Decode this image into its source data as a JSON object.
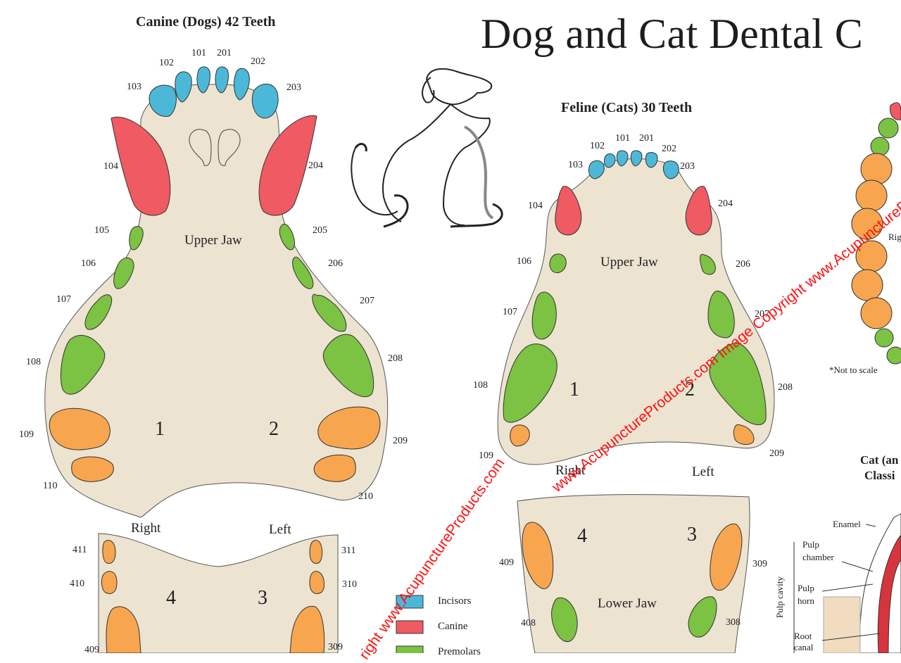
{
  "title": "Dog and Cat Dental C",
  "colors": {
    "incisor": "#4cb8d8",
    "canine": "#ef5a63",
    "premolar": "#7cc243",
    "molar": "#f7a64f",
    "palate": "#ede3d1",
    "watermark": "#ff1a1a"
  },
  "dog": {
    "heading": "Canine (Dogs) 42 Teeth",
    "upper_jaw": "Upper Jaw",
    "quad1": "1",
    "quad2": "2",
    "quad3": "3",
    "quad4": "4",
    "right": "Right",
    "left": "Left",
    "upper_right_numbers": [
      "101",
      "102",
      "103",
      "104",
      "105",
      "106",
      "107",
      "108",
      "109",
      "110"
    ],
    "upper_left_numbers": [
      "201",
      "202",
      "203",
      "204",
      "205",
      "206",
      "207",
      "208",
      "209",
      "210"
    ],
    "lower_right_numbers": [
      "411",
      "410",
      "409"
    ],
    "lower_left_numbers": [
      "311",
      "310",
      "309"
    ]
  },
  "cat": {
    "heading": "Feline (Cats) 30 Teeth",
    "upper_jaw": "Upper Jaw",
    "lower_jaw": "Lower Jaw",
    "quad1": "1",
    "quad2": "2",
    "quad3": "3",
    "quad4": "4",
    "right": "Right",
    "left": "Left",
    "upper_right_numbers": [
      "101",
      "102",
      "103",
      "104",
      "106",
      "107",
      "108",
      "109"
    ],
    "upper_left_numbers": [
      "201",
      "202",
      "203",
      "204",
      "206",
      "207",
      "208",
      "209"
    ],
    "lower_right_numbers": [
      "409",
      "408"
    ],
    "lower_left_numbers": [
      "309",
      "308"
    ]
  },
  "legend": [
    {
      "label": "Incisors",
      "color_key": "incisor"
    },
    {
      "label": "Canine",
      "color_key": "canine"
    },
    {
      "label": "Premolars",
      "color_key": "premolar"
    }
  ],
  "notes": {
    "not_to_scale": "*Not to scale",
    "right_cut": "Rig",
    "cat_class_1": "Cat (an",
    "cat_class_2": "Classi"
  },
  "anatomy": {
    "enamel": "Enamel",
    "pulp_chamber_1": "Pulp",
    "pulp_chamber_2": "chamber",
    "pulp_horn_1": "Pulp",
    "pulp_horn_2": "horn",
    "root_canal_1": "Root",
    "root_canal_2": "canal",
    "pulp_cavity": "Pulp cavity"
  },
  "watermark": {
    "text1": "www.AcupunctureProducts.com Image Copyright www.AcupunctureProducts.com",
    "text2": "right www.AcupunctureProducts.com"
  }
}
